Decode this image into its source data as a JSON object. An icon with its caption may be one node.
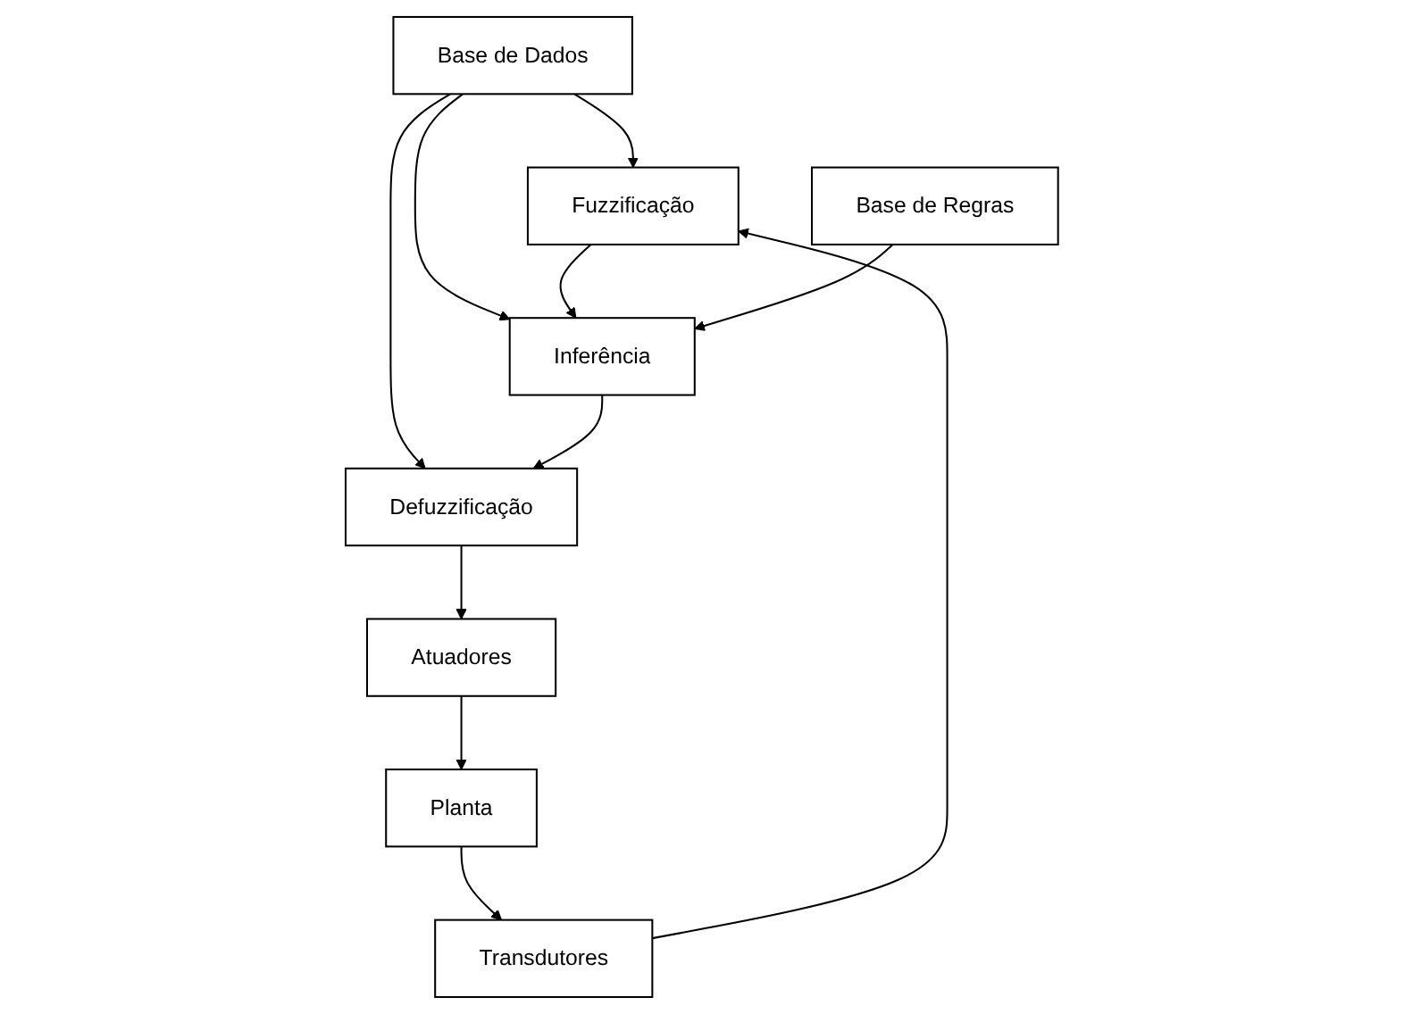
{
  "diagram": {
    "nodes": [
      {
        "text": [
          "Base de Dados"
        ]
      },
      {
        "text": [
          "Fuzzificação"
        ]
      },
      {
        "text": [
          "Inferência"
        ]
      },
      {
        "text": [
          "Defuzzificação"
        ]
      },
      {
        "text": [
          "Base de Regras"
        ]
      },
      {
        "text": [
          "Transdutores"
        ]
      },
      {
        "text": [
          "Planta"
        ]
      },
      {
        "text": [
          "Atuadores"
        ]
      }
    ],
    "edges": [
      {
        "from": 0,
        "to": 1,
        "arrow": "to"
      },
      {
        "from": 0,
        "to": 2,
        "arrow": "to"
      },
      {
        "from": 0,
        "to": 3,
        "arrow": "to"
      },
      {
        "from": 1,
        "to": 2,
        "arrow": "to"
      },
      {
        "from": 2,
        "to": 3,
        "arrow": "to"
      },
      {
        "from": 4,
        "to": 2,
        "arrow": "to"
      },
      {
        "from": 3,
        "to": 7,
        "arrow": "to"
      },
      {
        "from": 7,
        "to": 6,
        "arrow": "to"
      },
      {
        "from": 6,
        "to": 5,
        "arrow": "to"
      },
      {
        "from": 5,
        "to": 1,
        "arrow": "to"
      }
    ]
  }
}
